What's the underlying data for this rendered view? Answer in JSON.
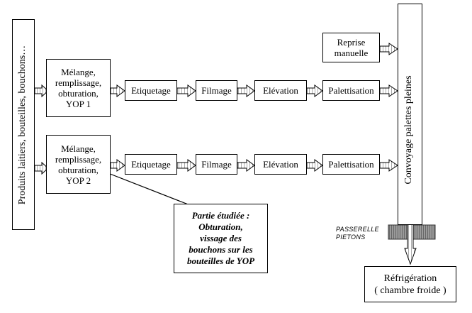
{
  "left_column": {
    "label": "Produits laitiers, bouteilles, bouchons…"
  },
  "right_column": {
    "label": "Convoyage palettes pleines"
  },
  "line1": {
    "mixer": [
      "Mélange,",
      "remplissage,",
      "obturation,",
      "YOP 1"
    ],
    "steps": [
      "Etiquetage",
      "Filmage",
      "Elévation",
      "Palettisation"
    ]
  },
  "line2": {
    "mixer": [
      "Mélange,",
      "remplissage,",
      "obturation,",
      "YOP 2"
    ],
    "steps": [
      "Etiquetage",
      "Filmage",
      "Elévation",
      "Palettisation"
    ]
  },
  "reprise": [
    "Reprise",
    "manuelle"
  ],
  "callout": [
    "Partie étudiée :",
    "Obturation,",
    "vissage des",
    "bouchons sur les",
    "bouteilles de YOP"
  ],
  "passerelle": [
    "PASSERELLE",
    "PIETONS"
  ],
  "refrigeration": [
    "Réfrigération",
    "( chambre froide )"
  ]
}
